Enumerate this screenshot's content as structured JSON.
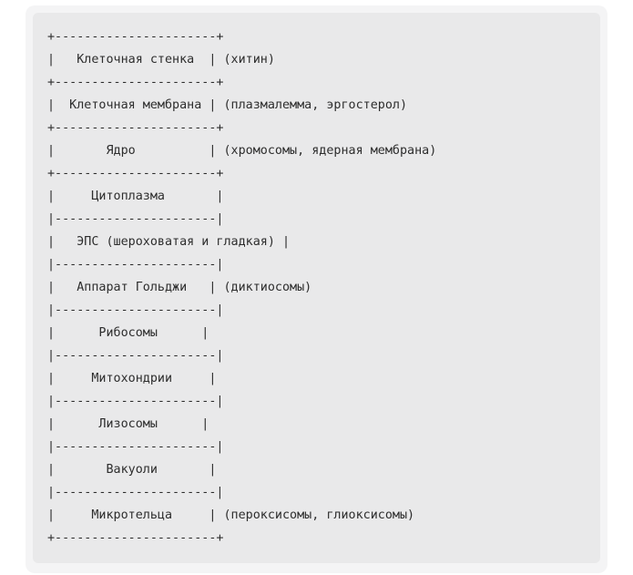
{
  "colors": {
    "page_background": "#ffffff",
    "card_background": "#f4f4f5",
    "code_background": "#e9e9ea",
    "text": "#2d2d2d"
  },
  "ascii_lines": [
    "+----------------------+",
    "|   Клеточная стенка  | (хитин)",
    "+----------------------+",
    "|  Клеточная мембрана | (плазмалемма, эргостерол)",
    "+----------------------+",
    "|       Ядро          | (хромосомы, ядерная мембрана)",
    "+----------------------+",
    "|     Цитоплазма       |",
    "|----------------------|",
    "|   ЭПС (шероховатая и гладкая) |",
    "|----------------------|",
    "|   Аппарат Гольджи   | (диктиосомы)",
    "|----------------------|",
    "|      Рибосомы      |",
    "|----------------------|",
    "|     Митохондрии     |",
    "|----------------------|",
    "|      Лизосомы      |",
    "|----------------------|",
    "|       Вакуоли       |",
    "|----------------------|",
    "|     Микротельца     | (пероксисомы, глиоксисомы)",
    "+----------------------+"
  ],
  "rows": [
    {
      "label": "Клеточная стенка",
      "annotation": "(хитин)"
    },
    {
      "label": "Клеточная мембрана",
      "annotation": "(плазмалемма, эргостерол)"
    },
    {
      "label": "Ядро",
      "annotation": "(хромосомы, ядерная мембрана)"
    },
    {
      "label": "Цитоплазма",
      "annotation": ""
    },
    {
      "label": "ЭПС (шероховатая и гладкая)",
      "annotation": ""
    },
    {
      "label": "Аппарат Гольджи",
      "annotation": "(диктиосомы)"
    },
    {
      "label": "Рибосомы",
      "annotation": ""
    },
    {
      "label": "Митохондрии",
      "annotation": ""
    },
    {
      "label": "Лизосомы",
      "annotation": ""
    },
    {
      "label": "Вакуоли",
      "annotation": ""
    },
    {
      "label": "Микротельца",
      "annotation": "(пероксисомы, глиоксисомы)"
    }
  ]
}
